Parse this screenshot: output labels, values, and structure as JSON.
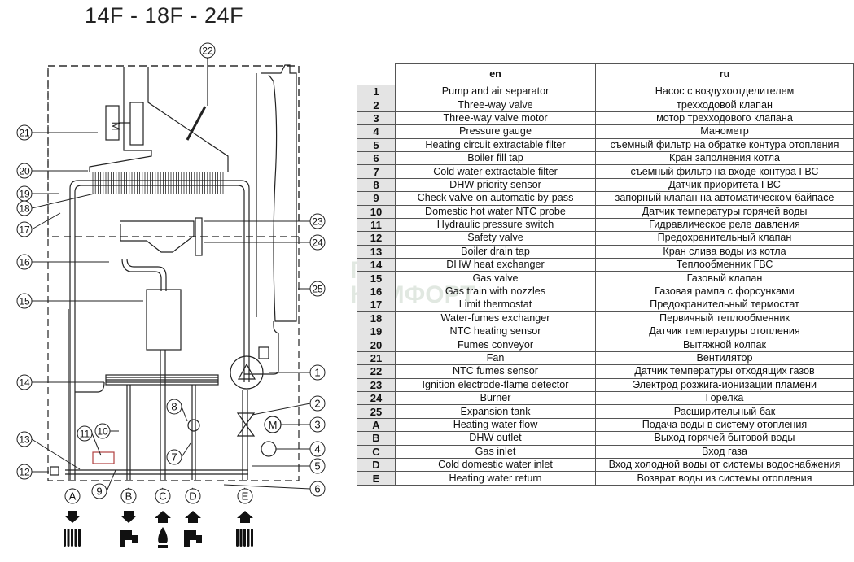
{
  "title": "14F - 18F - 24F",
  "watermark": {
    "line1": "ГДЕ",
    "line2": "КОМФОРТ"
  },
  "table": {
    "headers": {
      "num": "",
      "en": "en",
      "ru": "ru"
    },
    "rows": [
      {
        "num": "1",
        "en": "Pump and air separator",
        "ru": "Насос с воздухоотделителем"
      },
      {
        "num": "2",
        "en": "Three-way valve",
        "ru": "трехходовой клапан"
      },
      {
        "num": "3",
        "en": "Three-way valve motor",
        "ru": "мотор трехходового клапана"
      },
      {
        "num": "4",
        "en": "Pressure gauge",
        "ru": "Манометр"
      },
      {
        "num": "5",
        "en": "Heating circuit extractable filter",
        "ru": "съемный фильтр на обратке контура отопления"
      },
      {
        "num": "6",
        "en": "Boiler fill tap",
        "ru": "Кран заполнения котла"
      },
      {
        "num": "7",
        "en": "Cold water extractable filter",
        "ru": "съемный фильтр на входе контура ГВС"
      },
      {
        "num": "8",
        "en": "DHW priority sensor",
        "ru": "Датчик приоритета ГВС"
      },
      {
        "num": "9",
        "en": "Check valve on automatic by-pass",
        "ru": "запорный клапан на автоматическом байпасе"
      },
      {
        "num": "10",
        "en": "Domestic hot water NTC probe",
        "ru": "Датчик температуры горячей воды"
      },
      {
        "num": "11",
        "en": "Hydraulic pressure switch",
        "ru": "Гидравлическое реле давления"
      },
      {
        "num": "12",
        "en": "Safety valve",
        "ru": "Предохранительный клапан"
      },
      {
        "num": "13",
        "en": "Boiler drain tap",
        "ru": "Кран слива воды из котла"
      },
      {
        "num": "14",
        "en": "DHW heat exchanger",
        "ru": "Теплообменник ГВС"
      },
      {
        "num": "15",
        "en": "Gas valve",
        "ru": "Газовый клапан"
      },
      {
        "num": "16",
        "en": "Gas train with nozzles",
        "ru": "Газовая рампа с форсунками"
      },
      {
        "num": "17",
        "en": "Limit thermostat",
        "ru": "Предохранительный термостат"
      },
      {
        "num": "18",
        "en": "Water-fumes exchanger",
        "ru": "Первичный теплообменник"
      },
      {
        "num": "19",
        "en": "NTC heating sensor",
        "ru": "Датчик температуры отопления"
      },
      {
        "num": "20",
        "en": "Fumes conveyor",
        "ru": "Вытяжной колпак"
      },
      {
        "num": "21",
        "en": "Fan",
        "ru": "Вентилятор"
      },
      {
        "num": "22",
        "en": "NTC fumes sensor",
        "ru": "Датчик температуры отходящих газов"
      },
      {
        "num": "23",
        "en": "Ignition electrode-flame detector",
        "ru": "Электрод розжига-ионизации пламени"
      },
      {
        "num": "24",
        "en": "Burner",
        "ru": "Горелка"
      },
      {
        "num": "25",
        "en": "Expansion tank",
        "ru": "Расширительный бак"
      },
      {
        "num": "A",
        "en": "Heating water flow",
        "ru": "Подача воды в систему отопления"
      },
      {
        "num": "B",
        "en": "DHW outlet",
        "ru": "Выход горячей бытовой воды"
      },
      {
        "num": "C",
        "en": "Gas inlet",
        "ru": "Вход газа"
      },
      {
        "num": "D",
        "en": "Cold domestic water inlet",
        "ru": "Вход холодной воды от системы водоснабжения"
      },
      {
        "num": "E",
        "en": "Heating water return",
        "ru": "Возврат воды из системы отопления"
      }
    ]
  },
  "diagram": {
    "motor_label": "M",
    "valve_motor_label": "M",
    "callouts_left": [
      "21",
      "20",
      "19",
      "18",
      "17",
      "16",
      "15",
      "14",
      "13",
      "12",
      "11",
      "10",
      "9",
      "8",
      "7"
    ],
    "callouts_right": [
      "22",
      "23",
      "24",
      "25",
      "1",
      "2",
      "3",
      "4",
      "5",
      "6"
    ],
    "connections": [
      {
        "letter": "A",
        "direction": "out",
        "icon": "radiator-icon"
      },
      {
        "letter": "B",
        "direction": "out",
        "icon": "faucet-icon"
      },
      {
        "letter": "C",
        "direction": "in",
        "icon": "gas-flame-icon"
      },
      {
        "letter": "D",
        "direction": "in",
        "icon": "faucet-icon"
      },
      {
        "letter": "E",
        "direction": "in",
        "icon": "radiator-icon"
      }
    ]
  }
}
